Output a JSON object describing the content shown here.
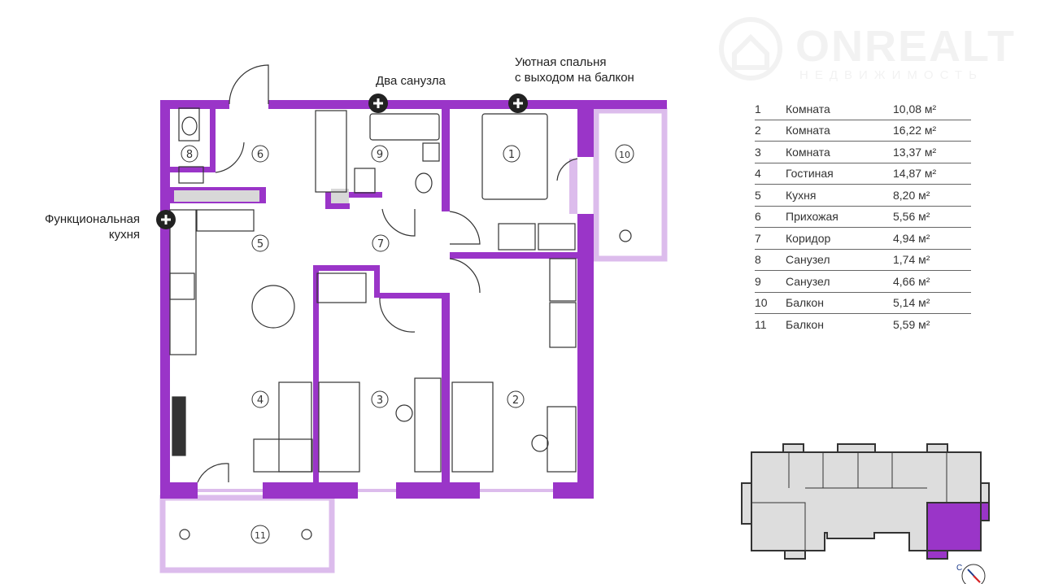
{
  "logo": {
    "name": "ONREALT",
    "tagline": "НЕДВИЖИМОСТЬ"
  },
  "callouts": {
    "bathrooms": "Два санузла",
    "bedroom_line1": "Уютная спальня",
    "bedroom_line2": "с выходом на балкон",
    "kitchen_line1": "Функциональная",
    "kitchen_line2": "кухня"
  },
  "rooms": [
    {
      "num": "1",
      "name": "Комната",
      "area": "10,08 м²"
    },
    {
      "num": "2",
      "name": "Комната",
      "area": "16,22 м²"
    },
    {
      "num": "3",
      "name": "Комната",
      "area": "13,37 м²"
    },
    {
      "num": "4",
      "name": "Гостиная",
      "area": "14,87 м²"
    },
    {
      "num": "5",
      "name": "Кухня",
      "area": "8,20 м²"
    },
    {
      "num": "6",
      "name": "Прихожая",
      "area": "5,56 м²"
    },
    {
      "num": "7",
      "name": "Коридор",
      "area": "4,94 м²"
    },
    {
      "num": "8",
      "name": "Санузел",
      "area": "1,74 м²"
    },
    {
      "num": "9",
      "name": "Санузел",
      "area": "4,66 м²"
    },
    {
      "num": "10",
      "name": "Балкон",
      "area": "5,14 м²"
    },
    {
      "num": "11",
      "name": "Балкон",
      "area": "5,59 м²"
    }
  ],
  "compass": {
    "north_label": "С"
  },
  "colors": {
    "wall": "#9a35c8",
    "balcony": "#dcbcec",
    "key_plan_fill": "#dcdcdc",
    "highlight": "#9a35c8"
  }
}
